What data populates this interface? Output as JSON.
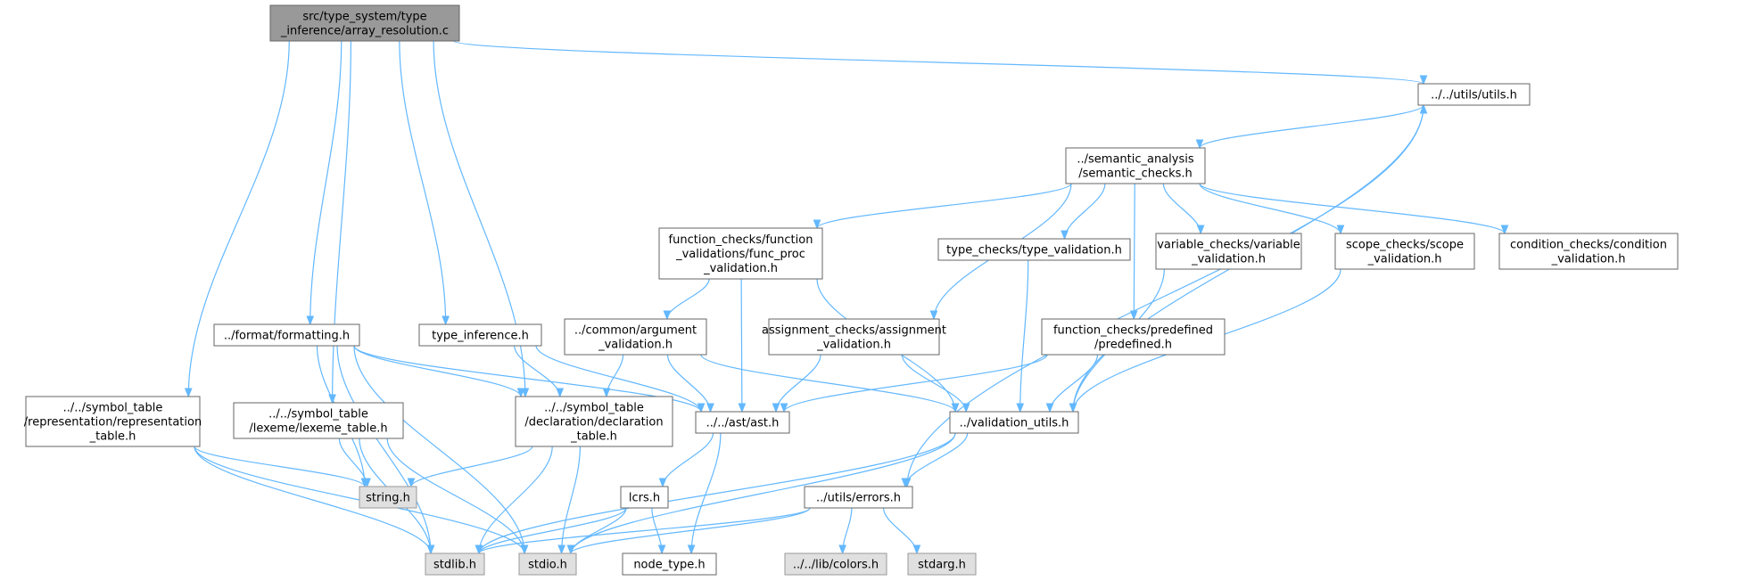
{
  "graph": {
    "nodes": [
      {
        "id": "root",
        "kind": "root",
        "lines": [
          "src/type_system/type",
          "_inference/array_resolution.c"
        ]
      },
      {
        "id": "utils",
        "kind": "file",
        "lines": [
          "../../utils/utils.h"
        ]
      },
      {
        "id": "semantic_checks",
        "kind": "file",
        "lines": [
          "../semantic_analysis",
          "/semantic_checks.h"
        ]
      },
      {
        "id": "func_proc_validation",
        "kind": "file",
        "lines": [
          "function_checks/function",
          "_validations/func_proc",
          "_validation.h"
        ]
      },
      {
        "id": "type_validation",
        "kind": "file",
        "lines": [
          "type_checks/type_validation.h"
        ]
      },
      {
        "id": "variable_validation",
        "kind": "file",
        "lines": [
          "variable_checks/variable",
          "_validation.h"
        ]
      },
      {
        "id": "scope_validation",
        "kind": "file",
        "lines": [
          "scope_checks/scope",
          "_validation.h"
        ]
      },
      {
        "id": "condition_validation",
        "kind": "file",
        "lines": [
          "condition_checks/condition",
          "_validation.h"
        ]
      },
      {
        "id": "formatting",
        "kind": "file",
        "lines": [
          "../format/formatting.h"
        ]
      },
      {
        "id": "type_inference",
        "kind": "file",
        "lines": [
          "type_inference.h"
        ]
      },
      {
        "id": "argument_validation",
        "kind": "file",
        "lines": [
          "../common/argument",
          "_validation.h"
        ]
      },
      {
        "id": "assignment_validation",
        "kind": "file",
        "lines": [
          "assignment_checks/assignment",
          "_validation.h"
        ]
      },
      {
        "id": "predefined",
        "kind": "file",
        "lines": [
          "function_checks/predefined",
          "/predefined.h"
        ]
      },
      {
        "id": "representation_table",
        "kind": "file",
        "lines": [
          "../../symbol_table",
          "/representation/representation",
          "_table.h"
        ]
      },
      {
        "id": "lexeme_table",
        "kind": "file",
        "lines": [
          "../../symbol_table",
          "/lexeme/lexeme_table.h"
        ]
      },
      {
        "id": "declaration_table",
        "kind": "file",
        "lines": [
          "../../symbol_table",
          "/declaration/declaration",
          "_table.h"
        ]
      },
      {
        "id": "ast",
        "kind": "file",
        "lines": [
          "../../ast/ast.h"
        ]
      },
      {
        "id": "validation_utils",
        "kind": "file",
        "lines": [
          "../validation_utils.h"
        ]
      },
      {
        "id": "string_h",
        "kind": "system",
        "lines": [
          "string.h"
        ]
      },
      {
        "id": "lcrs",
        "kind": "file",
        "lines": [
          "lcrs.h"
        ]
      },
      {
        "id": "errors",
        "kind": "file",
        "lines": [
          "../utils/errors.h"
        ]
      },
      {
        "id": "stdlib_h",
        "kind": "system",
        "lines": [
          "stdlib.h"
        ]
      },
      {
        "id": "stdio_h",
        "kind": "system",
        "lines": [
          "stdio.h"
        ]
      },
      {
        "id": "node_type",
        "kind": "file",
        "lines": [
          "node_type.h"
        ]
      },
      {
        "id": "colors",
        "kind": "system",
        "lines": [
          "../../lib/colors.h"
        ]
      },
      {
        "id": "stdarg_h",
        "kind": "system",
        "lines": [
          "stdarg.h"
        ]
      }
    ],
    "edges": [
      [
        "root",
        "utils"
      ],
      [
        "root",
        "formatting"
      ],
      [
        "root",
        "type_inference"
      ],
      [
        "root",
        "representation_table"
      ],
      [
        "root",
        "lexeme_table"
      ],
      [
        "root",
        "declaration_table"
      ],
      [
        "utils",
        "semantic_checks"
      ],
      [
        "utils",
        "errors"
      ],
      [
        "semantic_checks",
        "func_proc_validation"
      ],
      [
        "semantic_checks",
        "type_validation"
      ],
      [
        "semantic_checks",
        "variable_validation"
      ],
      [
        "semantic_checks",
        "scope_validation"
      ],
      [
        "semantic_checks",
        "condition_validation"
      ],
      [
        "semantic_checks",
        "assignment_validation"
      ],
      [
        "semantic_checks",
        "predefined"
      ],
      [
        "func_proc_validation",
        "argument_validation"
      ],
      [
        "func_proc_validation",
        "ast"
      ],
      [
        "func_proc_validation",
        "validation_utils"
      ],
      [
        "type_validation",
        "validation_utils"
      ],
      [
        "variable_validation",
        "validation_utils"
      ],
      [
        "scope_validation",
        "validation_utils"
      ],
      [
        "validation_utils",
        "utils"
      ],
      [
        "formatting",
        "declaration_table"
      ],
      [
        "formatting",
        "ast"
      ],
      [
        "formatting",
        "string_h"
      ],
      [
        "formatting",
        "stdio_h"
      ],
      [
        "formatting",
        "stdlib_h"
      ],
      [
        "type_inference",
        "declaration_table"
      ],
      [
        "type_inference",
        "ast"
      ],
      [
        "argument_validation",
        "declaration_table"
      ],
      [
        "argument_validation",
        "ast"
      ],
      [
        "argument_validation",
        "validation_utils"
      ],
      [
        "assignment_validation",
        "ast"
      ],
      [
        "assignment_validation",
        "validation_utils"
      ],
      [
        "predefined",
        "ast"
      ],
      [
        "predefined",
        "validation_utils"
      ],
      [
        "representation_table",
        "string_h"
      ],
      [
        "representation_table",
        "stdlib_h"
      ],
      [
        "representation_table",
        "stdio_h"
      ],
      [
        "lexeme_table",
        "string_h"
      ],
      [
        "lexeme_table",
        "stdlib_h"
      ],
      [
        "lexeme_table",
        "stdio_h"
      ],
      [
        "declaration_table",
        "string_h"
      ],
      [
        "declaration_table",
        "stdlib_h"
      ],
      [
        "declaration_table",
        "stdio_h"
      ],
      [
        "ast",
        "lcrs"
      ],
      [
        "ast",
        "node_type"
      ],
      [
        "validation_utils",
        "errors"
      ],
      [
        "validation_utils",
        "stdlib_h"
      ],
      [
        "validation_utils",
        "stdio_h"
      ],
      [
        "lcrs",
        "stdlib_h"
      ],
      [
        "lcrs",
        "stdio_h"
      ],
      [
        "lcrs",
        "node_type"
      ],
      [
        "errors",
        "stdlib_h"
      ],
      [
        "errors",
        "stdio_h"
      ],
      [
        "errors",
        "colors"
      ],
      [
        "errors",
        "stdarg_h"
      ]
    ]
  }
}
